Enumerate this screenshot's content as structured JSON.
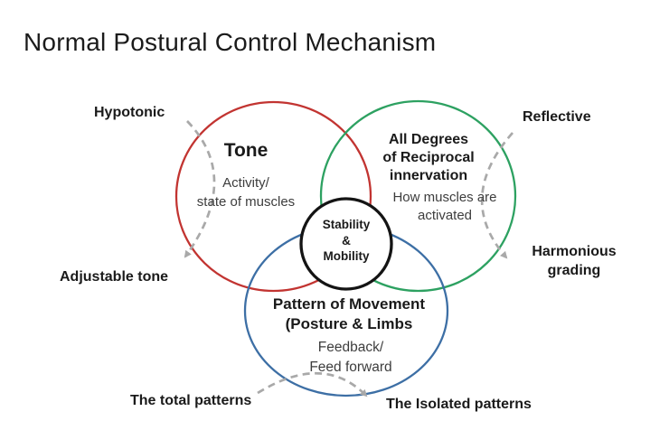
{
  "title": "Normal Postural Control Mechanism",
  "colors": {
    "red": "#c23431",
    "green": "#2da161",
    "blue": "#3d6fa5",
    "black": "#141414",
    "arrow_gray": "#a9a9a9",
    "circle_fill": "#ffffff"
  },
  "circles": {
    "tone": {
      "heading": "Tone",
      "sub_line1": "Activity/",
      "sub_line2": "state of muscles"
    },
    "innervation": {
      "heading_line1": "All Degrees",
      "heading_line2": "of Reciprocal",
      "heading_line3": "innervation",
      "sub_line1": "How muscles are",
      "sub_line2": "activated"
    },
    "movement": {
      "heading_line1": "Pattern of Movement",
      "heading_line2": "(Posture & Limbs",
      "sub_line1": "Feedback/",
      "sub_line2": "Feed forward"
    },
    "center": {
      "line1": "Stability",
      "line2": "&",
      "line3": "Mobility"
    }
  },
  "annotations": {
    "hypotonic": "Hypotonic",
    "adjustable_tone": "Adjustable tone",
    "reflective": "Reflective",
    "harmonious_line1": "Harmonious",
    "harmonious_line2": "grading",
    "total_patterns": "The total patterns",
    "isolated_patterns": "The Isolated patterns"
  }
}
